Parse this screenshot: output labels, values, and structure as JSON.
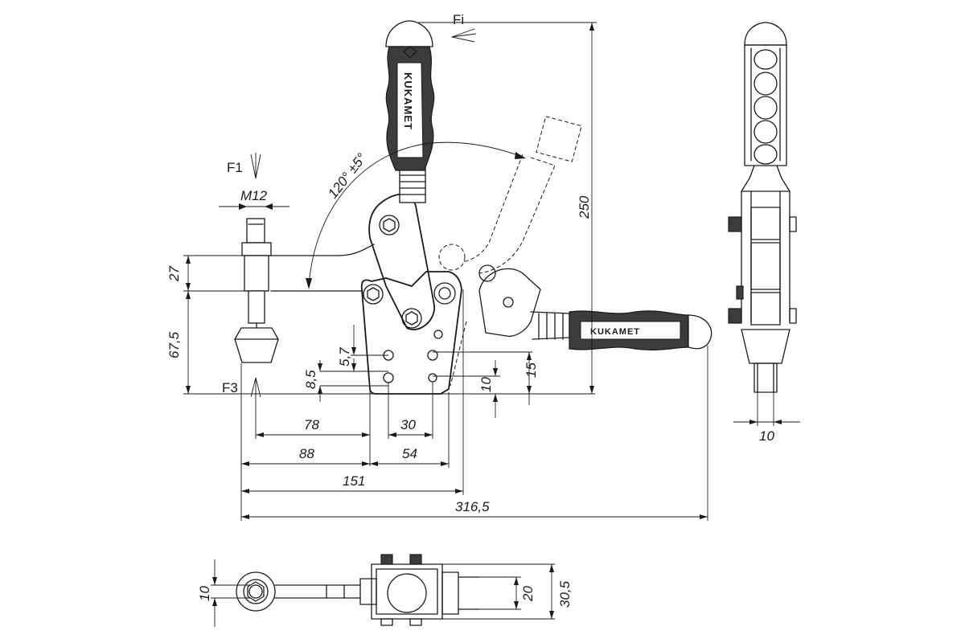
{
  "dimensions": {
    "force_fi": "Fi",
    "force_f1": "F1",
    "force_f3": "F3",
    "thread": "M12",
    "angle": "120° ±5°",
    "d_27": "27",
    "d_67_5": "67,5",
    "d_5_7": "5,7",
    "d_8_5": "8,5",
    "d_10_holes": "10",
    "d_15": "15",
    "d_78": "78",
    "d_30": "30",
    "d_88": "88",
    "d_54": "54",
    "d_151": "151",
    "d_316_5": "316,5",
    "d_250": "250",
    "d_10_side": "10",
    "d_10_bottom": "10",
    "d_20": "20",
    "d_30_5": "30,5"
  },
  "brand": {
    "handle_text": "KUKAMET"
  }
}
